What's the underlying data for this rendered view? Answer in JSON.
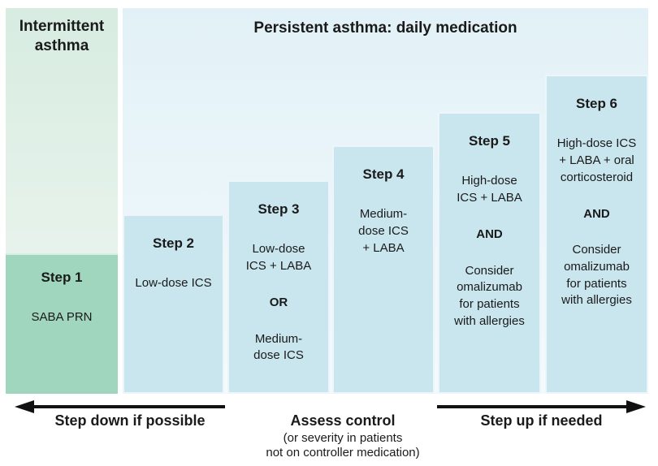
{
  "header": {
    "left": "Intermittent asthma",
    "right": "Persistent asthma: daily medication"
  },
  "steps": [
    {
      "title": "Step 1",
      "para1": [
        "SABA PRN"
      ]
    },
    {
      "title": "Step 2",
      "para1": [
        "Low-dose ICS"
      ]
    },
    {
      "title": "Step 3",
      "para1": [
        "Low-dose",
        "ICS + LABA"
      ],
      "conjunction": "OR",
      "para2": [
        "Medium-",
        "dose ICS"
      ]
    },
    {
      "title": "Step 4",
      "para1": [
        "Medium-",
        "dose ICS",
        "+ LABA"
      ]
    },
    {
      "title": "Step 5",
      "para1": [
        "High-dose",
        "ICS + LABA"
      ],
      "conjunction": "AND",
      "para2": [
        "Consider",
        "omalizumab",
        "for patients",
        "with allergies"
      ]
    },
    {
      "title": "Step 6",
      "para1": [
        "High-dose ICS",
        "+ LABA + oral",
        "corticosteroid"
      ],
      "conjunction": "AND",
      "para2": [
        "Consider",
        "omalizumab",
        "for patients",
        "with allergies"
      ]
    }
  ],
  "footer": {
    "step_down_label": "Step down if possible",
    "assess_label": "Assess control",
    "assess_sub_line1": "(or severity in patients",
    "assess_sub_line2": "not on controller medication)",
    "step_up_label": "Step up if needed"
  },
  "colors": {
    "green-block": "#a1d6be",
    "green-bg-top": "#d8ece1",
    "green-bg-bottom": "#eff7f2",
    "blue-block": "#c9e6ef",
    "blue-bg-top": "#e2f1f7",
    "blue-bg-bottom": "#f4fafc",
    "arrow": "#111111",
    "text": "#1a1a1a"
  }
}
